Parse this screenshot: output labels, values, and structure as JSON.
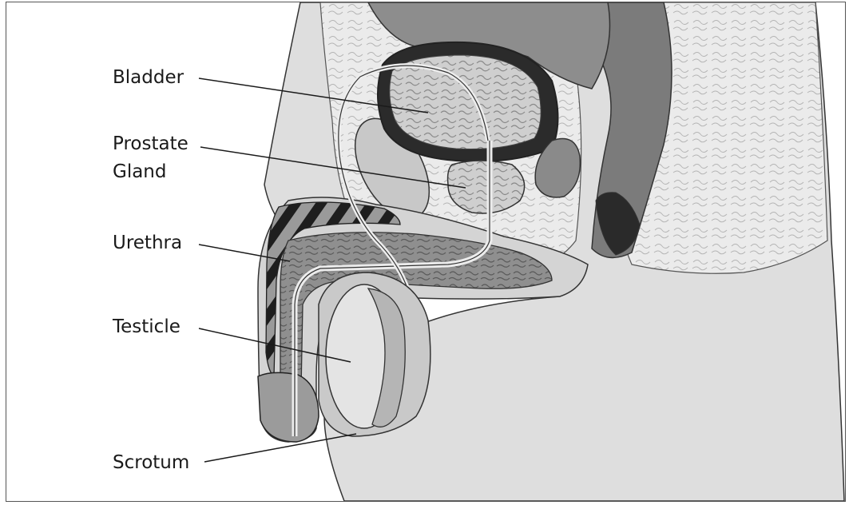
{
  "labels": {
    "bladder": "Bladder",
    "prostate_line1": "Prostate",
    "prostate_line2": "Gland",
    "urethra": "Urethra",
    "testicle": "Testicle",
    "scrotum": "Scrotum"
  },
  "colors": {
    "skin": "#dcdcdc",
    "dark_tissue": "#6f6f6f",
    "mid_tissue": "#a9a9a9",
    "light_tissue": "#ececec",
    "outline": "#333333",
    "leader_line": "#1a1a1a"
  }
}
